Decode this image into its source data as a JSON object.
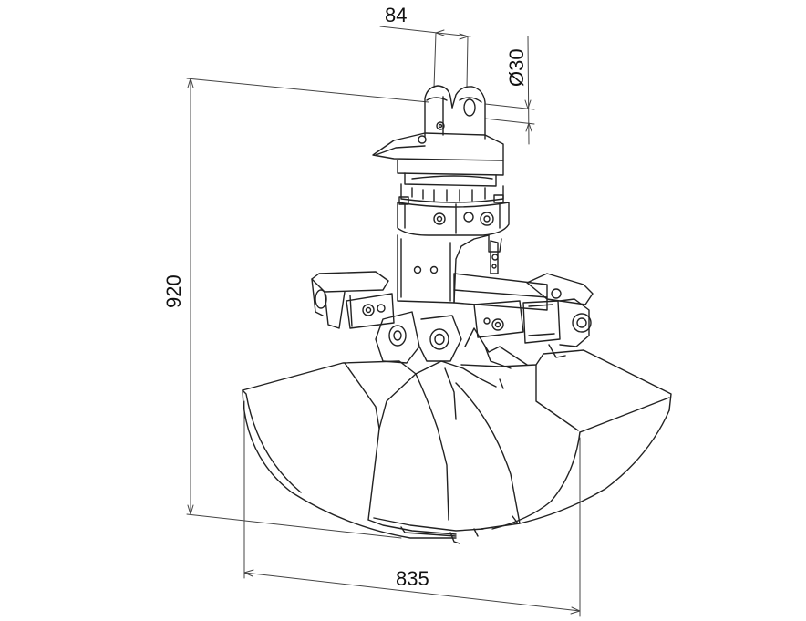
{
  "dimensions": {
    "width_label": "835",
    "height_label": "920",
    "top_width_label": "84",
    "pin_diameter_label": "Ø30"
  },
  "colors": {
    "line": "#222222",
    "dim_line": "#444444",
    "background": "#ffffff"
  }
}
